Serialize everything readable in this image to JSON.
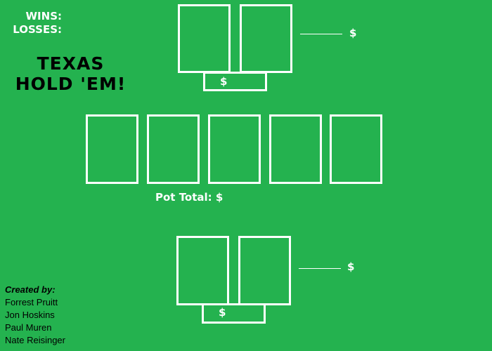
{
  "colors": {
    "felt": "#24b24f",
    "outline": "#ffffff",
    "title_text": "#000000"
  },
  "stats": {
    "wins_label": "WINS:",
    "losses_label": "LOSSES:"
  },
  "title": {
    "line1": "TEXAS",
    "line2": "HOLD 'EM!"
  },
  "opponent": {
    "bet_symbol": "$",
    "stack_symbol": "$"
  },
  "pot": {
    "label": "Pot Total: $"
  },
  "player": {
    "bet_symbol": "$",
    "stack_symbol": "$"
  },
  "credits": {
    "heading": "Created by:",
    "names": [
      "Forrest Pruitt",
      "Jon Hoskins",
      "Paul Muren",
      "Nate Reisinger"
    ]
  }
}
